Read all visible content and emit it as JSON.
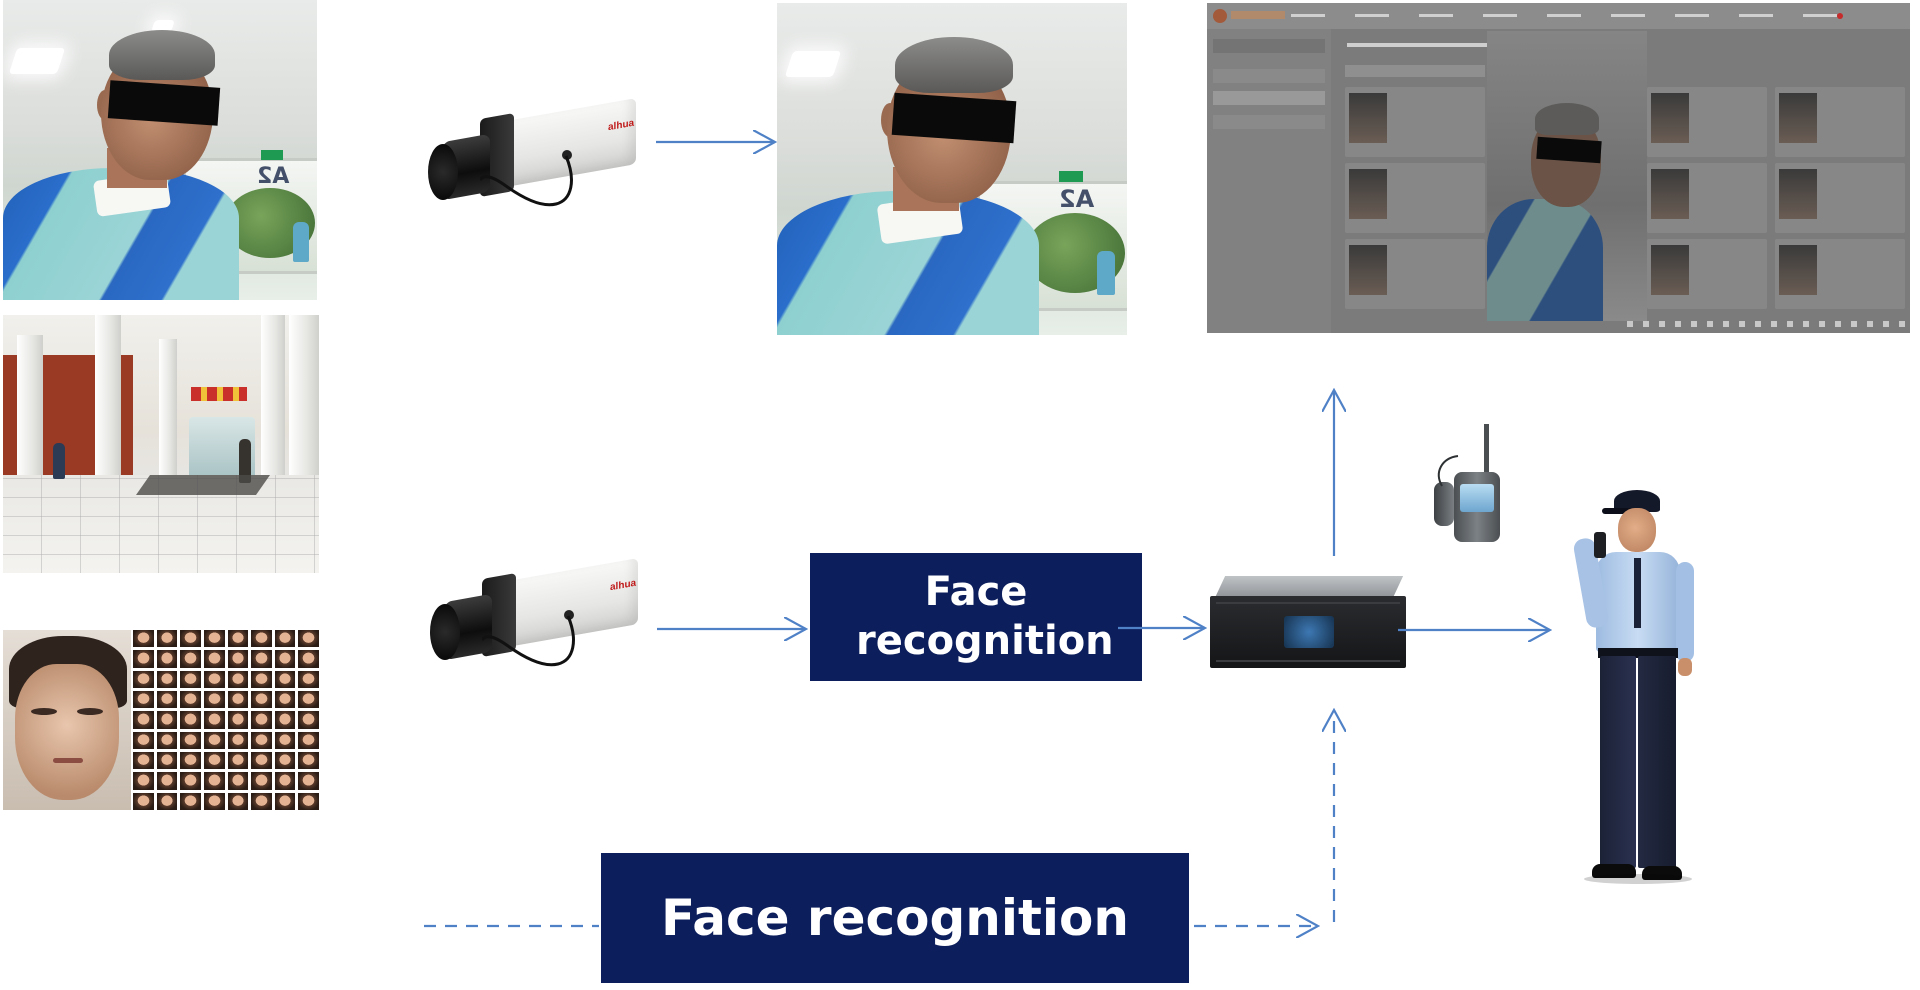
{
  "diagram": {
    "face_recognition_label_1": "Face recognition",
    "face_recognition_label_2": "Face recognition",
    "arrow_color": "#4f81c7",
    "box_color": "#0c1e5b",
    "box_text_color": "#ffffff",
    "photo_sign_text": "A2",
    "camera_brand_text": "alhua"
  }
}
